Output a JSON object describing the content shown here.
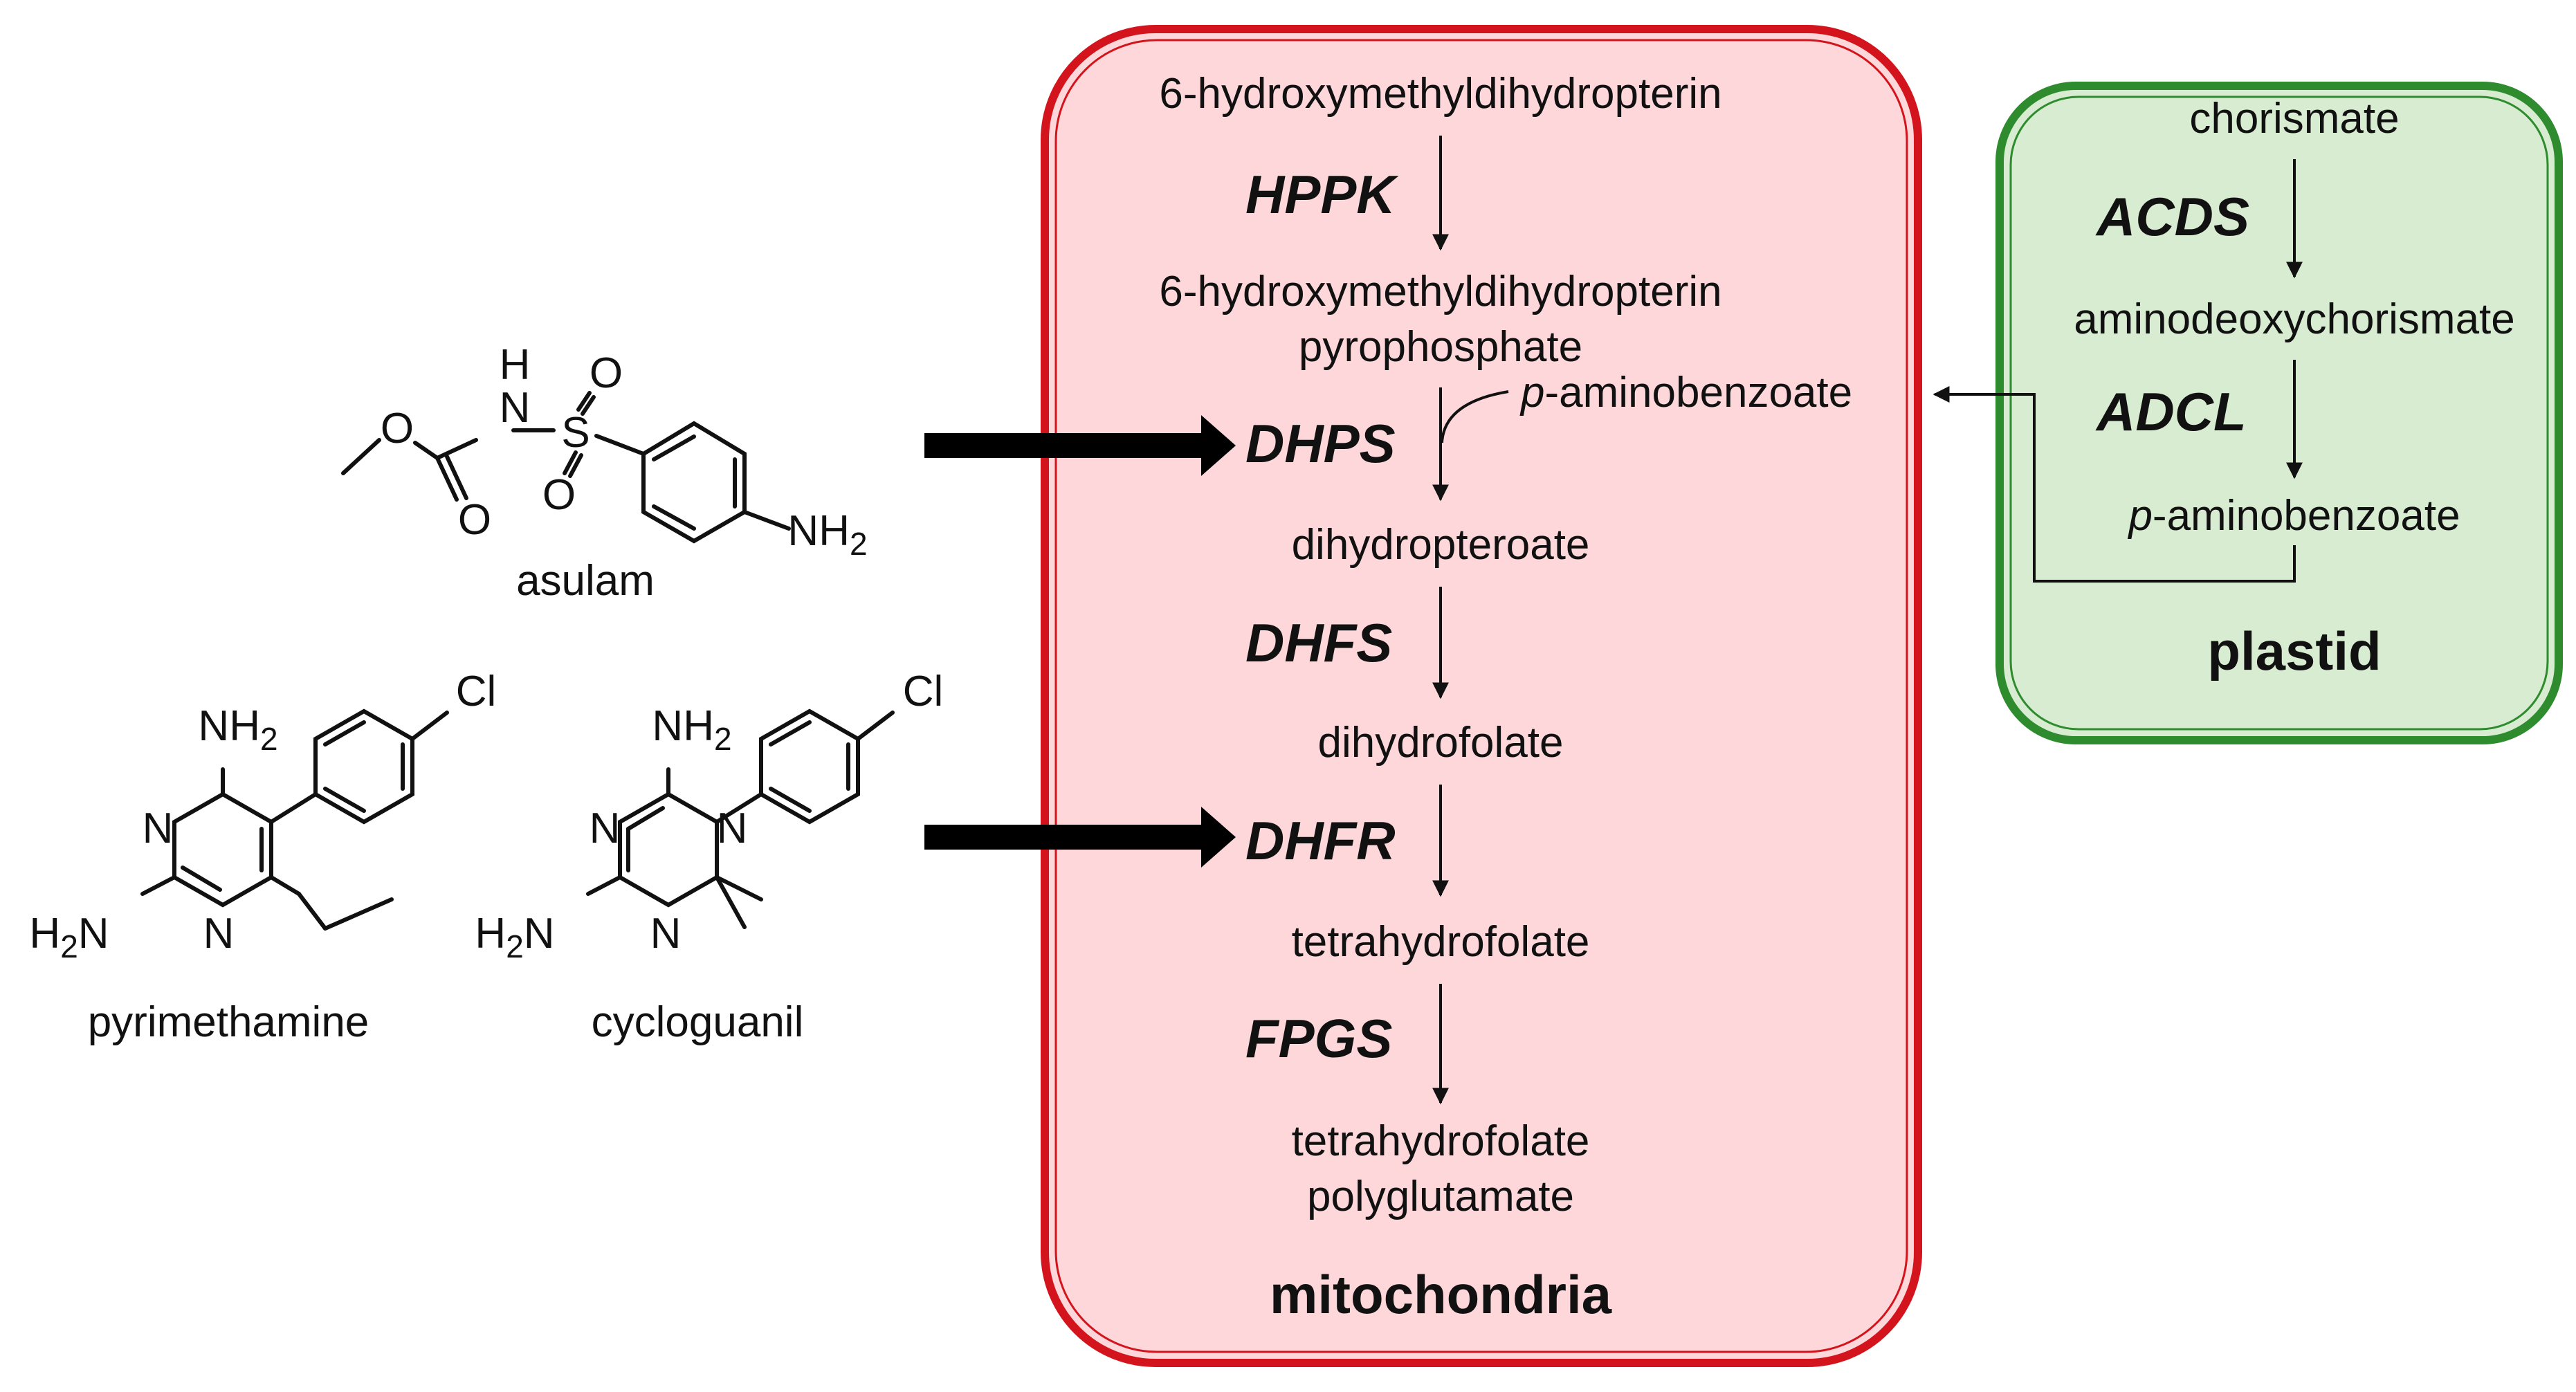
{
  "colors": {
    "mitochondria_fill": "#fdd7d9",
    "mitochondria_border": "#d4141c",
    "plastid_fill": "#d7ecd1",
    "plastid_border": "#2e8b2e",
    "ink": "#111111"
  },
  "mitochondria": {
    "label": "mitochondria",
    "metabolites": {
      "m1": "6-hydroxymethyldihydropterin",
      "m2_line1": "6-hydroxymethyldihydropterin",
      "m2_line2": "pyrophosphate",
      "m3": "dihydropteroate",
      "m4": "dihydrofolate",
      "m5": "tetrahydrofolate",
      "m6_line1": "tetrahydrofolate",
      "m6_line2": "polyglutamate"
    },
    "pabA_italic": "p",
    "pabA_rest": "-aminobenzoate",
    "enzymes": {
      "hppk": "HPPK",
      "dhps": "DHPS",
      "dhfs": "DHFS",
      "dhfr": "DHFR",
      "fpgs": "FPGS"
    }
  },
  "plastid": {
    "label": "plastid",
    "metabolites": {
      "chorismate": "chorismate",
      "adc": "aminodeoxychorismate",
      "pab_italic": "p",
      "pab_rest": "-aminobenzoate"
    },
    "enzymes": {
      "acds": "ACDS",
      "adcl": "ADCL"
    }
  },
  "inhibitors": {
    "asulam": {
      "name": "asulam",
      "atoms": {
        "o_ether": "O",
        "o_carbonyl": "O",
        "h": "H",
        "n": "N",
        "s": "S",
        "o1": "O",
        "o2": "O",
        "nh2": "NH",
        "nh2_sub": "2"
      }
    },
    "pyrimethamine": {
      "name": "pyrimethamine",
      "atoms": {
        "nh2": "NH",
        "nh2_sub": "2",
        "n1": "N",
        "n2": "N",
        "h2n_h": "H",
        "h2n_sub": "2",
        "h2n_n": "N",
        "cl": "Cl"
      }
    },
    "cycloguanil": {
      "name": "cycloguanil",
      "atoms": {
        "nh2": "NH",
        "nh2_sub": "2",
        "n1": "N",
        "n2": "N",
        "n3": "N",
        "h2n_h": "H",
        "h2n_sub": "2",
        "h2n_n": "N",
        "cl": "Cl"
      }
    }
  }
}
